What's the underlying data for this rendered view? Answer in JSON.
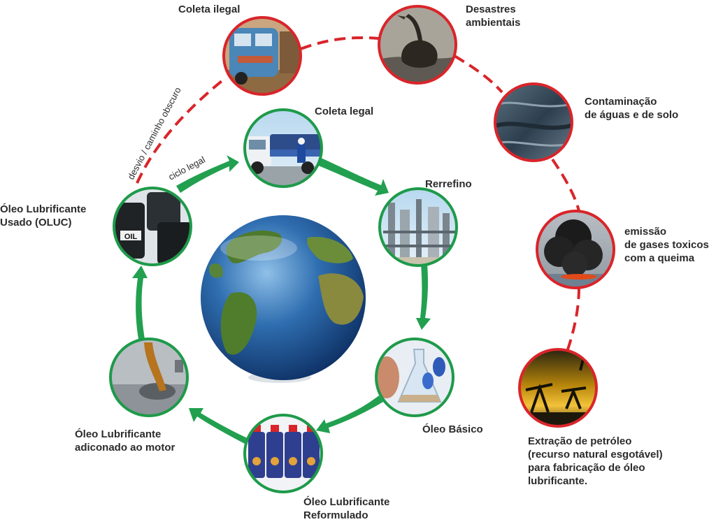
{
  "colors": {
    "legal_cycle": "#22a04f",
    "illegal_path": "#d9252a",
    "text": "#2b2b2b"
  },
  "legal_cycle": {
    "path_label": "ciclo legal",
    "nodes": [
      {
        "id": "oluc",
        "label": "Óleo Lubrificante\nUsado (OLUC)",
        "icon": "oil-barrels-icon"
      },
      {
        "id": "coleta-legal",
        "label": "Coleta legal",
        "icon": "collection-truck-icon"
      },
      {
        "id": "rerrefino",
        "label": "Rerrefino",
        "icon": "refinery-icon"
      },
      {
        "id": "oleo-basico",
        "label": "Óleo Básico",
        "icon": "lab-flask-icon"
      },
      {
        "id": "reformulado",
        "label": "Óleo Lubrificante\nReformulado",
        "icon": "oil-bottles-icon"
      },
      {
        "id": "motor",
        "label": "Óleo Lubrificante\nadiconado ao motor",
        "icon": "engine-oil-pour-icon"
      }
    ]
  },
  "illegal_path": {
    "path_label": "desvio / caminho obscuro",
    "nodes": [
      {
        "id": "coleta-ilegal",
        "label": "Coleta ilegal",
        "icon": "old-van-icon"
      },
      {
        "id": "desastres",
        "label": "Desastres\nambientais",
        "icon": "oiled-bird-icon"
      },
      {
        "id": "contaminacao",
        "label": "Contaminação\nde águas e de solo",
        "icon": "polluted-water-icon"
      },
      {
        "id": "emissao",
        "label": "emissão\nde gases toxicos\ncom a queima",
        "icon": "smoke-fire-icon"
      },
      {
        "id": "extracao",
        "label": "Extração de petróleo\n(recurso natural esgotável)\npara fabricação de óleo\nlubrificante.",
        "icon": "oil-pumpjack-icon"
      }
    ]
  },
  "center": {
    "icon": "globe-icon"
  }
}
